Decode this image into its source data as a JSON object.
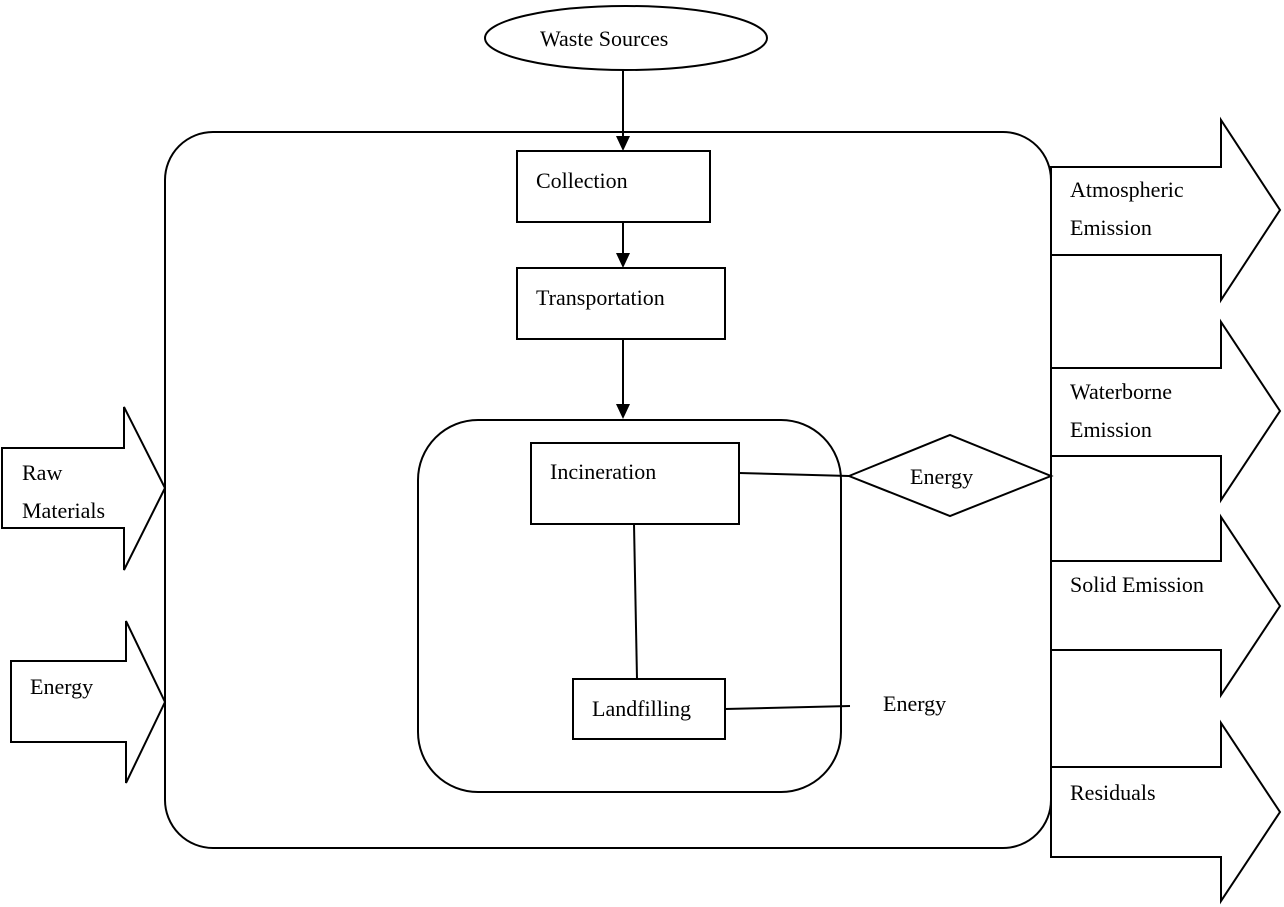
{
  "nodes": {
    "waste_sources": "Waste Sources",
    "collection": "Collection",
    "transportation": "Transportation",
    "incineration": "Incineration",
    "landfilling": "Landfilling",
    "energy_diamond": "Energy",
    "energy_landfill": "Energy"
  },
  "inputs": {
    "raw_materials": [
      "Raw",
      "Materials"
    ],
    "energy": "Energy"
  },
  "outputs": {
    "atmospheric": [
      "Atmospheric",
      "Emission"
    ],
    "waterborne": [
      "Waterborne",
      "Emission"
    ],
    "solid": "Solid Emission",
    "residuals": "Residuals"
  }
}
